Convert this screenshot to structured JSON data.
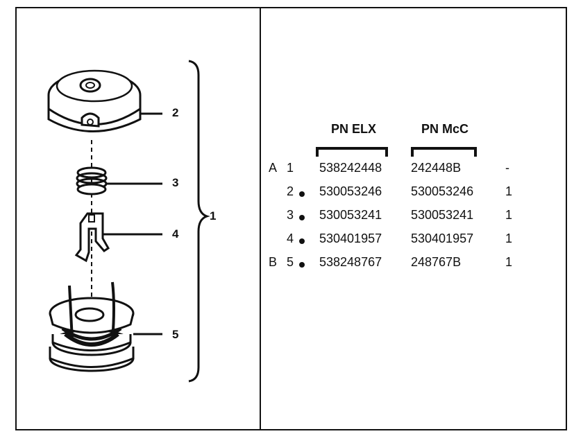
{
  "diagram": {
    "callouts": [
      "2",
      "3",
      "4",
      "1",
      "5"
    ]
  },
  "table": {
    "headers": {
      "elx": "PN ELX",
      "mcc": "PN McC"
    },
    "rows": [
      {
        "group": "A",
        "item": "1",
        "dot": false,
        "elx": "538242448",
        "mcc": "242448B",
        "qty": "-"
      },
      {
        "group": "",
        "item": "2",
        "dot": true,
        "elx": "530053246",
        "mcc": "530053246",
        "qty": "1"
      },
      {
        "group": "",
        "item": "3",
        "dot": true,
        "elx": "530053241",
        "mcc": "530053241",
        "qty": "1"
      },
      {
        "group": "",
        "item": "4",
        "dot": true,
        "elx": "530401957",
        "mcc": "530401957",
        "qty": "1"
      },
      {
        "group": "B",
        "item": "5",
        "dot": true,
        "elx": "538248767",
        "mcc": "248767B",
        "qty": "1"
      }
    ]
  }
}
